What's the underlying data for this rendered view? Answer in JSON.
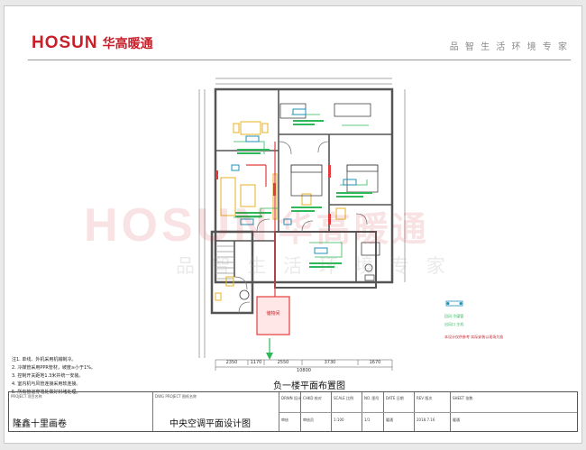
{
  "brand": {
    "name_en": "HOSUN",
    "name_cn": "华高暖通",
    "color": "#c8202a"
  },
  "slogan": "品 智 生 活 环 境 专 家",
  "watermark": {
    "text_en": "HOSUN",
    "text_cn": "华高暖通",
    "slogan": "品 智 生 活 环 境 专 家"
  },
  "plan": {
    "title": "负一楼平面布置图",
    "room_label": "储物间",
    "dimensions": {
      "bottom_row": [
        "2350",
        "1170",
        "2550",
        "3730",
        "1670"
      ],
      "bottom_total": "10800"
    },
    "legend": {
      "line1": "回风 冷媒管",
      "line2": "出风口 主机",
      "note_red": "本设计仅供参考 实际安装以现场为准"
    },
    "colors": {
      "wall": "#555555",
      "duct": "#2fb85a",
      "pipe": "#e23c3c",
      "unit": "#1f8fb8",
      "furniture": "#e5b020",
      "dim": "#555555",
      "room_fill": "#ffe7e7"
    }
  },
  "notes": {
    "lines": [
      "注1. 单线、外机采用机械制冷。",
      "2. 冷媒管采用PPR管材，坡度≥小于1%。",
      "3. 控制开关距地1.3米并统一安装。",
      "4. 室内机与风管连接采用软连接。",
      "5. 所有管道穿墙处做好封堵处理。"
    ]
  },
  "titleblock": {
    "project_label": "PROJECT 项目名称",
    "project_name": "隆鑫十里画卷",
    "drawing_label": "DWG PROJECT 图纸名称",
    "drawing_name": "中央空调平面设计图",
    "cells": [
      {
        "top": "DRWN 设计",
        "bottom": "审核"
      },
      {
        "top": "CHKD 校对",
        "bottom": "审核员"
      },
      {
        "top": "SCALE 比例",
        "bottom": "1:100"
      },
      {
        "top": "NO. 图号",
        "bottom": "1/1"
      },
      {
        "top": "DATE 日期",
        "bottom": "暖通"
      },
      {
        "top": "REV 版次",
        "bottom": "2018.7.16"
      },
      {
        "top": "SHEET 张数",
        "bottom": "暖通"
      }
    ]
  }
}
